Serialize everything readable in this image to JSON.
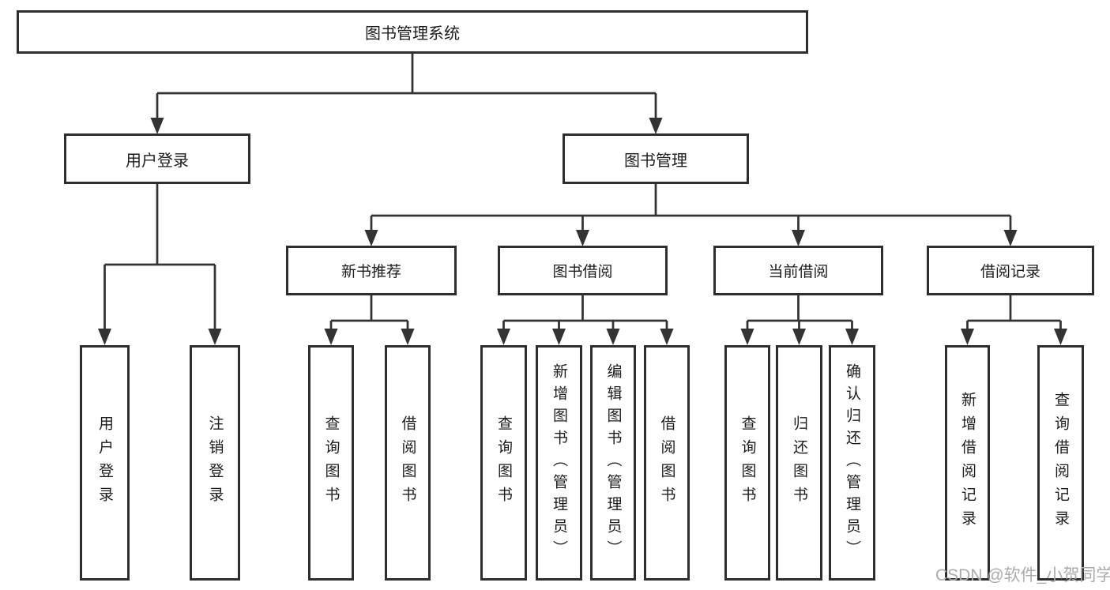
{
  "diagram_title": "图书管理系统",
  "tree": {
    "label": "图书管理系统",
    "children": [
      {
        "label": "用户登录",
        "children": [
          {
            "label": "用户登录"
          },
          {
            "label": "注销登录"
          }
        ]
      },
      {
        "label": "图书管理",
        "children": [
          {
            "label": "新书推荐",
            "children": [
              {
                "label": "查询图书"
              },
              {
                "label": "借阅图书"
              }
            ]
          },
          {
            "label": "图书借阅",
            "children": [
              {
                "label": "查询图书"
              },
              {
                "label": "新增图书（管理员）"
              },
              {
                "label": "编辑图书（管理员）"
              },
              {
                "label": "借阅图书"
              }
            ]
          },
          {
            "label": "当前借阅",
            "children": [
              {
                "label": "查询图书"
              },
              {
                "label": "归还图书"
              },
              {
                "label": "确认归还（管理员）"
              }
            ]
          },
          {
            "label": "借阅记录",
            "children": [
              {
                "label": "新增借阅记录"
              },
              {
                "label": "查询借阅记录"
              }
            ]
          }
        ]
      }
    ]
  },
  "watermark": {
    "text": "CSDN @软件_小贺同学"
  },
  "colors": {
    "line": "#333333",
    "box_border": "#2d2d2d",
    "text": "#1c1c1c",
    "watermark": "#ababab",
    "background": "#ffffff"
  }
}
